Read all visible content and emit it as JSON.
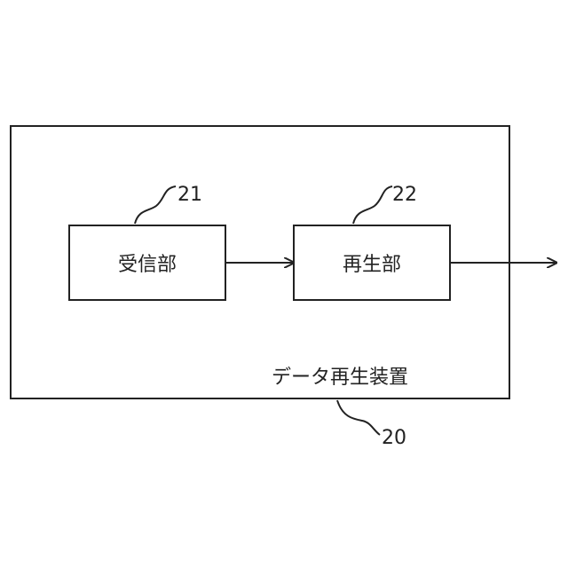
{
  "device": {
    "label": "データ再生装置",
    "ref": "20"
  },
  "blocks": [
    {
      "label": "受信部",
      "ref": "21"
    },
    {
      "label": "再生部",
      "ref": "22"
    }
  ],
  "colors": {
    "line": "#222222",
    "background": "#ffffff"
  }
}
